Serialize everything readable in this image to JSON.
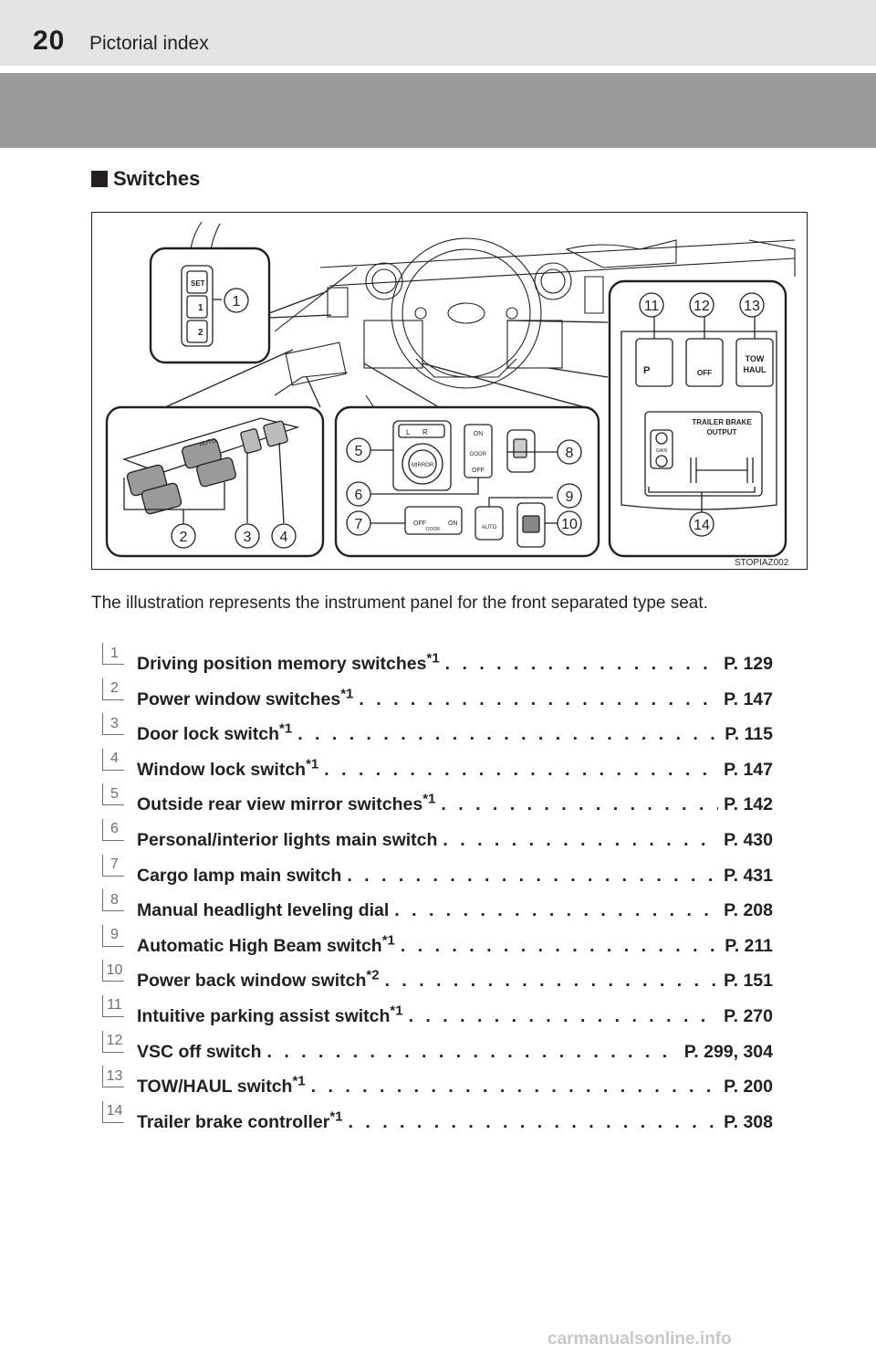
{
  "header": {
    "page_number": "20",
    "running_title": "Pictorial index"
  },
  "section": {
    "title": "Switches"
  },
  "illustration": {
    "code": "STOPIAZ002",
    "callouts": [
      "1",
      "2",
      "3",
      "4",
      "5",
      "6",
      "7",
      "8",
      "9",
      "10",
      "11",
      "12",
      "13",
      "14"
    ],
    "labels": {
      "set": "SET",
      "mem1": "1",
      "mem2": "2",
      "mirror": "MIRROR",
      "l": "L",
      "r": "R",
      "on": "ON",
      "door": "DOOR",
      "off": "OFF",
      "cargo_off": "OFF",
      "cargo_door": "DOOR",
      "cargo_on": "ON",
      "auto": "AUTO",
      "auto_small": "AUTO",
      "vsc_off": "OFF",
      "tow": "TOW",
      "haul": "HAUL",
      "trailer_brake": "TRAILER BRAKE",
      "output": "OUTPUT",
      "gain": "GAIN"
    }
  },
  "caption": "The illustration represents the instrument panel for the front separated type seat.",
  "index": [
    {
      "num": "1",
      "label": "Driving position memory switches",
      "note": "*1",
      "page": "P. 129"
    },
    {
      "num": "2",
      "label": "Power window switches",
      "note": "*1",
      "page": "P. 147"
    },
    {
      "num": "3",
      "label": "Door lock switch",
      "note": "*1",
      "page": "P. 115"
    },
    {
      "num": "4",
      "label": "Window lock switch",
      "note": "*1",
      "page": "P. 147"
    },
    {
      "num": "5",
      "label": "Outside rear view mirror switches",
      "note": "*1",
      "page": "P. 142"
    },
    {
      "num": "6",
      "label": "Personal/interior lights main switch",
      "note": "",
      "page": "P. 430"
    },
    {
      "num": "7",
      "label": "Cargo lamp main switch",
      "note": "",
      "page": "P. 431"
    },
    {
      "num": "8",
      "label": "Manual headlight leveling dial",
      "note": "",
      "page": "P. 208"
    },
    {
      "num": "9",
      "label": "Automatic High Beam switch",
      "note": "*1",
      "page": "P. 211"
    },
    {
      "num": "10",
      "label": "Power back window switch",
      "note": "*2",
      "page": "P. 151"
    },
    {
      "num": "11",
      "label": "Intuitive parking assist switch",
      "note": "*1",
      "page": "P. 270"
    },
    {
      "num": "12",
      "label": "VSC off switch",
      "note": "",
      "page": "P. 299, 304"
    },
    {
      "num": "13",
      "label": "TOW/HAUL switch",
      "note": "*1",
      "page": "P. 200"
    },
    {
      "num": "14",
      "label": "Trailer brake controller",
      "note": "*1",
      "page": "P. 308"
    }
  ],
  "watermark": "carmanualsonline.info"
}
